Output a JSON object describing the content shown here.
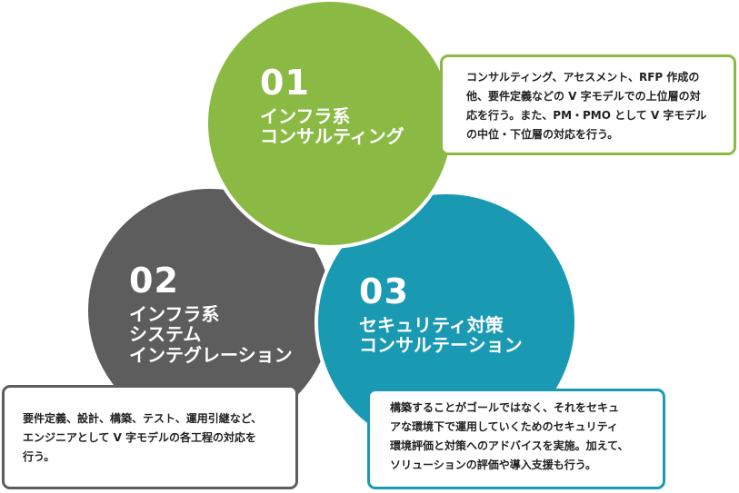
{
  "colors": {
    "consulting": "#8bba44",
    "integration": "#5d5d5d",
    "security": "#1a99b3"
  },
  "items": [
    {
      "number": "01",
      "title_lines": [
        "インフラ系",
        "コンサルティング"
      ],
      "description_lines": [
        "コンサルティング、アセスメント、RFP 作成の",
        "他、要件定義などの V 字モデルでの上位層の対",
        "応を行う。また、PM・PMO として V 字モデル",
        "の中位・下位層の対応を行う。"
      ]
    },
    {
      "number": "02",
      "title_lines": [
        "インフラ系",
        "システム",
        "インテグレーション"
      ],
      "description_lines": [
        "要件定義、設計、構築、テスト、運用引継など、",
        "エンジニアとして V 字モデルの各工程の対応を",
        "行う。"
      ]
    },
    {
      "number": "03",
      "title_lines": [
        "セキュリティ対策",
        "コンサルテーション"
      ],
      "description_lines": [
        "構築することがゴールではなく、それをセキュ",
        "アな環境下で運用していくためのセキュリティ",
        "環境評価と対策へのアドバイスを実施。加えて、",
        "ソリューションの評価や導入支援も行う。"
      ]
    }
  ]
}
